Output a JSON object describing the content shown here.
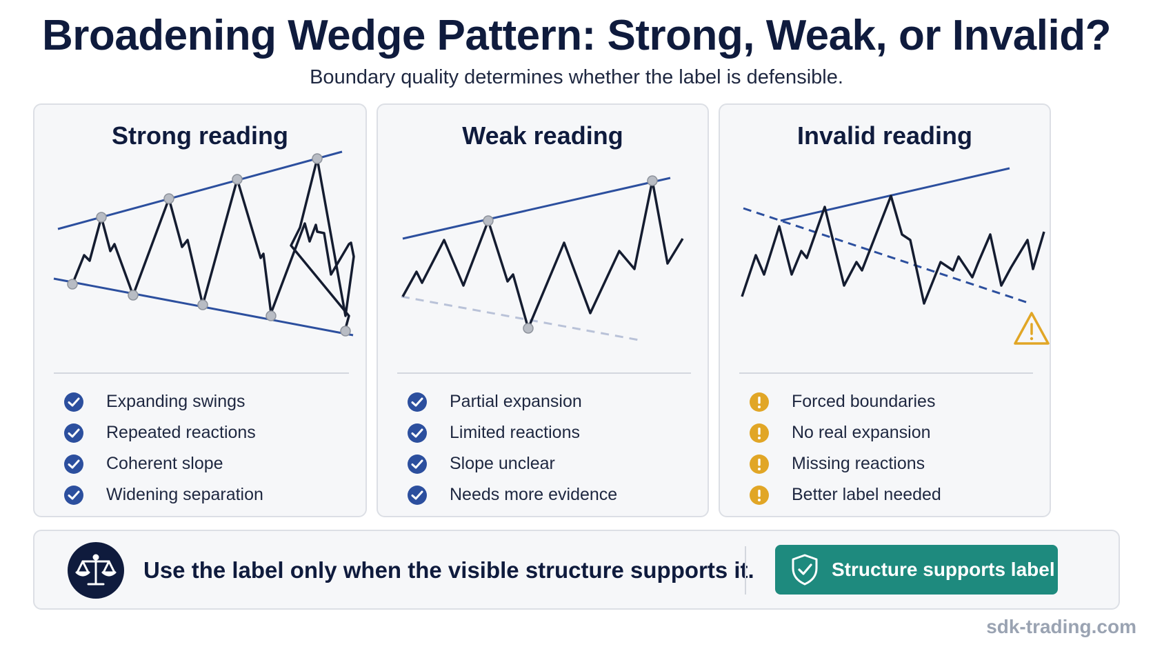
{
  "header": {
    "title": "Broadening Wedge Pattern: Strong, Weak, or Invalid?",
    "subtitle": "Boundary quality determines whether the label is defensible."
  },
  "colors": {
    "navy": "#0f1b3d",
    "boundary_blue": "#2c4f9e",
    "check_blue": "#2c4f9e",
    "warning_amber": "#e1a626",
    "cta_teal": "#1e8a7e",
    "muted_dashed": "#b9c2d8"
  },
  "panels": [
    {
      "title": "Strong reading",
      "bullet_icon": "check-circle-icon",
      "items": [
        "Expanding swings",
        "Repeated reactions",
        "Coherent slope",
        "Widening separation"
      ]
    },
    {
      "title": "Weak reading",
      "bullet_icon": "check-circle-icon",
      "items": [
        "Partial expansion",
        "Limited reactions",
        "Slope unclear",
        "Needs more evidence"
      ]
    },
    {
      "title": "Invalid reading",
      "bullet_icon": "exclamation-circle-icon",
      "corner_icon": "warning-triangle-icon",
      "items": [
        "Forced boundaries",
        "No real expansion",
        "Missing reactions",
        "Better label needed"
      ]
    }
  ],
  "footer": {
    "icon": "balance-scale-icon",
    "message": "Use the label only when the visible structure supports it.",
    "cta": {
      "icon": "shield-check-icon",
      "label": "Structure supports label"
    }
  },
  "watermark": "sdk-trading.com"
}
